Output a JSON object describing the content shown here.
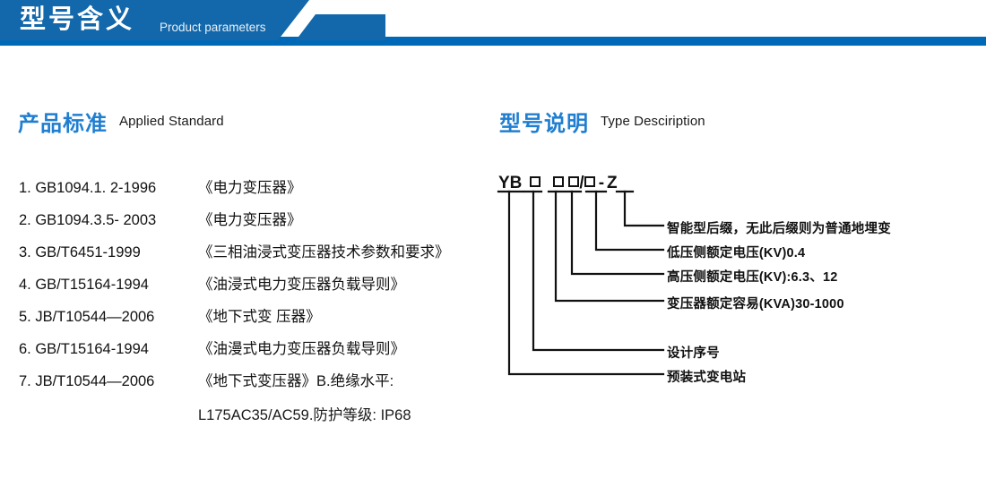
{
  "banner": {
    "title": "型号含义",
    "subtitle": "Product parameters",
    "bg_color": "#1268ab",
    "bar_color": "#0069b7"
  },
  "sections": {
    "left": {
      "heading_cn": "产品标准",
      "heading_en": "Applied Standard",
      "accent_color": "#1f7ed0"
    },
    "right": {
      "heading_cn": "型号说明",
      "heading_en": "Type Desciription",
      "accent_color": "#1f7ed0"
    }
  },
  "standards": [
    {
      "code": "1. GB1094.1. 2-1996",
      "name": "《电力变压器》"
    },
    {
      "code": "2. GB1094.3.5- 2003",
      "name": "《电力变压器》"
    },
    {
      "code": "3. GB/T6451-1999",
      "name": "《三相油浸式变压器技术参数和要求》"
    },
    {
      "code": "4. GB/T15164-1994",
      "name": "《油浸式电力变压器负载导则》"
    },
    {
      "code": "5. JB/T10544—2006",
      "name": "《地下式变 压器》"
    },
    {
      "code": "6. GB/T15164-1994",
      "name": "《油漫式电力变压器负载导则》"
    },
    {
      "code": "7. JB/T10544—2006",
      "name": "《地下式变压器》B.绝缘水平:"
    }
  ],
  "standards_continuation": "L175AC35/AC59.防护等级: IP68",
  "type_code": {
    "prefix": "YB",
    "parts": [
      "box",
      "box",
      "box",
      "slash",
      "box",
      "dash",
      "Z"
    ],
    "display": "YB □ □□/□ - Z",
    "suffix_letter": "Z",
    "separator_slash": "/",
    "separator_dash": "-"
  },
  "callouts": [
    {
      "id": "note-0",
      "text": "智能型后缀，无此后缀则为普通地埋变"
    },
    {
      "id": "note-1",
      "text": "低压侧额定电压(KV)0.4"
    },
    {
      "id": "note-2",
      "text": "高压侧额定电压(KV):6.3、12"
    },
    {
      "id": "note-3",
      "text": "变压器额定容易(KVA)30-1000"
    },
    {
      "id": "note-4",
      "text": "设计序号"
    },
    {
      "id": "note-5",
      "text": "预装式变电站"
    }
  ]
}
